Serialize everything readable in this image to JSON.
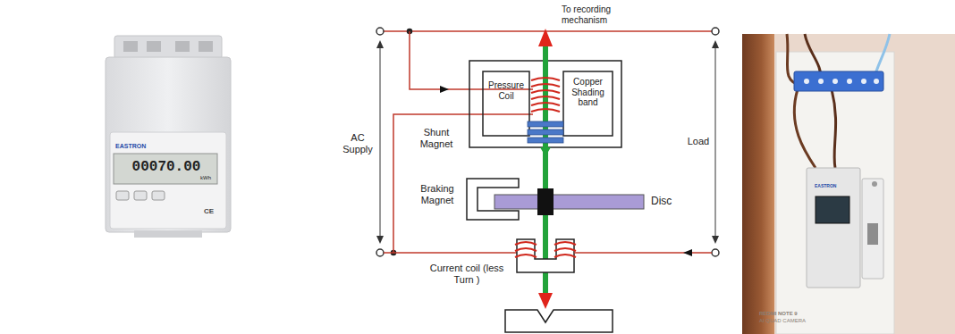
{
  "diagram": {
    "labels": [
      "EASTRON",
      "00070.00",
      "kWh",
      "CE",
      "To recording mechanism",
      "AC Supply",
      "Pressure Coil",
      "Copper Shading band",
      "Shunt Magnet",
      "Load",
      "Braking Magnet",
      "Disc",
      "Current coil (less Turn )",
      "EASTRON",
      "REDMI NOTE 9",
      "AI QUAD CAMERA"
    ]
  }
}
